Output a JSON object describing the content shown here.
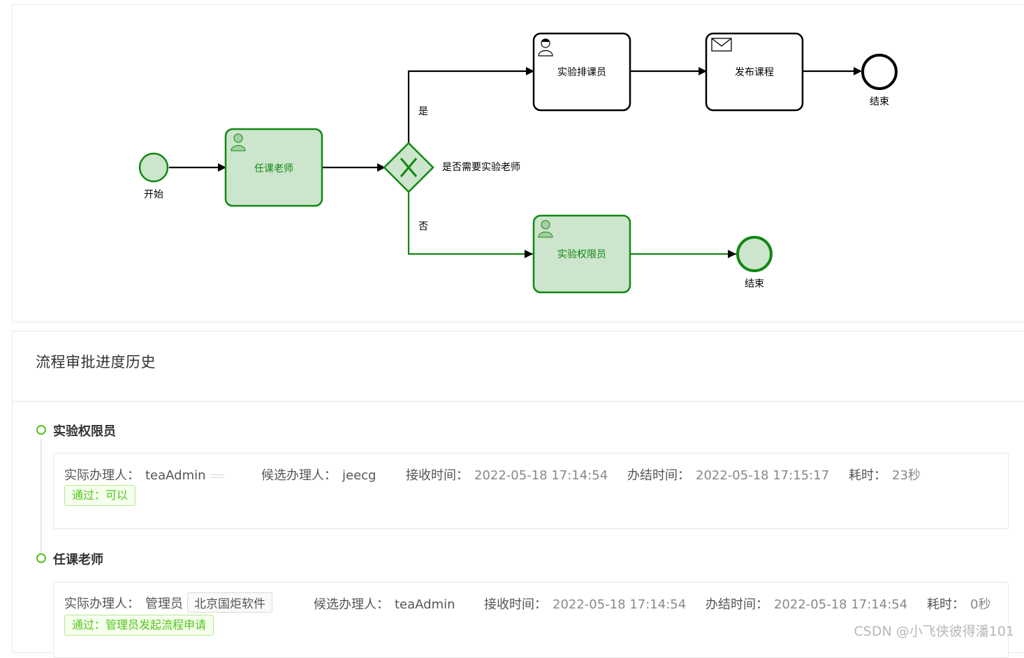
{
  "diagram": {
    "start_label": "开始",
    "task_teacher": "任课老师",
    "gateway_label": "是否需要实验老师",
    "branch_yes": "是",
    "branch_no": "否",
    "task_scheduler": "实验排课员",
    "task_publish": "发布课程",
    "end_top_label": "结束",
    "task_lab_admin": "实验权限员",
    "end_bottom_label": "结束",
    "colors": {
      "completed_stroke": "#118811",
      "completed_fill": "#cce5cc",
      "pending_stroke": "#000000"
    }
  },
  "history": {
    "title": "流程审批进度历史",
    "nodes": [
      {
        "name": "实验权限员",
        "actual_label": "实际办理人：",
        "actual_value": "teaAdmin",
        "actual_dept": "",
        "candidate_label": "候选办理人：",
        "candidate_value": "jeecg",
        "receive_label": "接收时间：",
        "receive_value": "2022-05-18 17:14:54",
        "finish_label": "办结时间：",
        "finish_value": "2022-05-18 17:15:17",
        "duration_label": "耗时：",
        "duration_value": "23秒",
        "result": "通过：可以"
      },
      {
        "name": "任课老师",
        "actual_label": "实际办理人：",
        "actual_value": "管理员",
        "actual_dept": "北京国炬软件",
        "candidate_label": "候选办理人：",
        "candidate_value": "teaAdmin",
        "receive_label": "接收时间：",
        "receive_value": "2022-05-18 17:14:54",
        "finish_label": "办结时间：",
        "finish_value": "2022-05-18 17:14:54",
        "duration_label": "耗时：",
        "duration_value": "0秒",
        "result": "通过：管理员发起流程申请"
      }
    ]
  },
  "watermark": "CSDN @小飞侠彼得潘101"
}
